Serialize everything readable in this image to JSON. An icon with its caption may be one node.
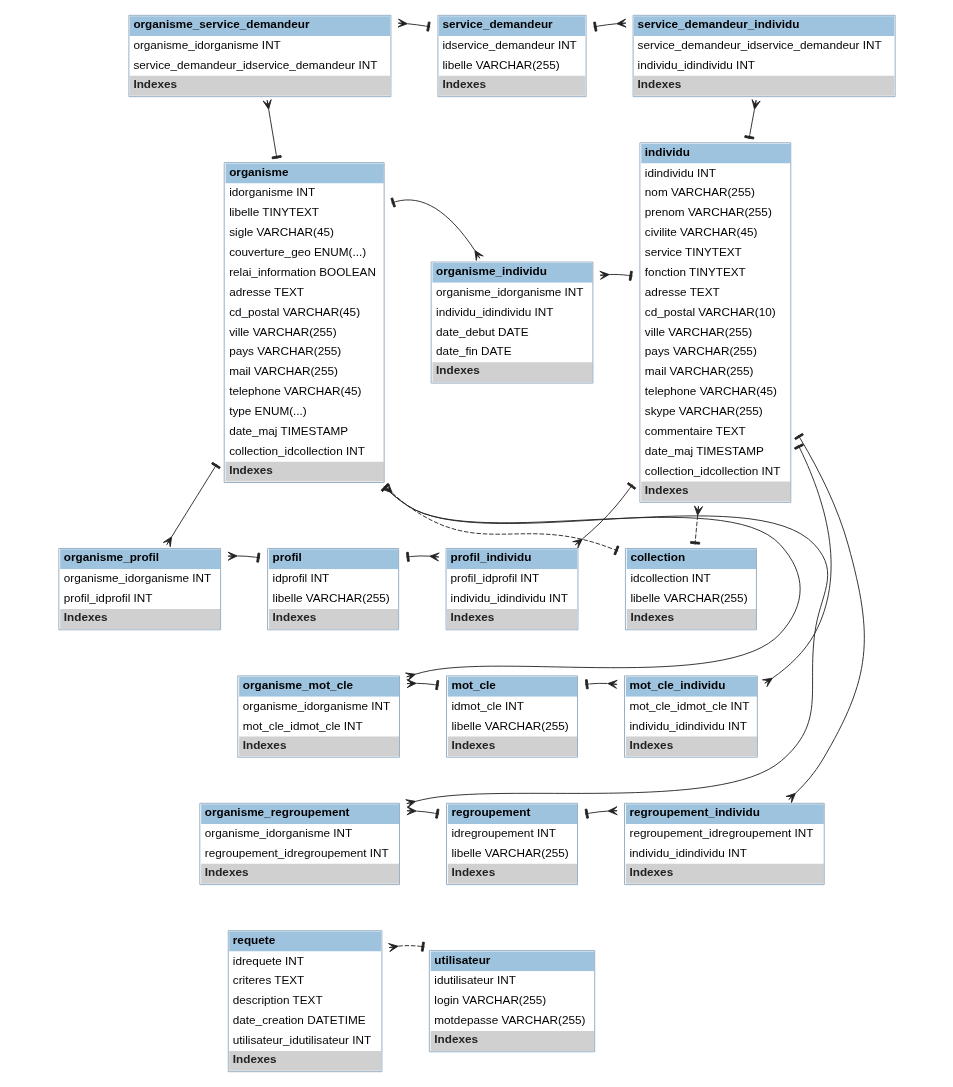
{
  "diagram": {
    "nodes": [
      {
        "text": [
          "organisme_service_demandeur",
          "organisme_idorganisme INT",
          "service_demandeur_idservice_demandeur INT",
          "Indexes"
        ]
      },
      {
        "text": [
          "service_demandeur",
          "idservice_demandeur INT",
          "libelle VARCHAR(255)",
          "Indexes"
        ]
      },
      {
        "text": [
          "service_demandeur_individu",
          "service_demandeur_idservice_demandeur INT",
          "individu_idindividu INT",
          "Indexes"
        ]
      },
      {
        "text": [
          "organisme_individu",
          "organisme_idorganisme INT",
          "individu_idindividu INT",
          "date_debut DATE",
          "date_fin DATE",
          "Indexes"
        ]
      },
      {
        "text": [
          "individu",
          "idindividu INT",
          "nom VARCHAR(255)",
          "prenom VARCHAR(255)",
          "civilite VARCHAR(45)",
          "service TINYTEXT",
          "fonction TINYTEXT",
          "adresse TEXT",
          "cd_postal VARCHAR(10)",
          "ville VARCHAR(255)",
          "pays VARCHAR(255)",
          "mail VARCHAR(255)",
          "telephone VARCHAR(45)",
          "skype VARCHAR(255)",
          "commentaire TEXT",
          "date_maj TIMESTAMP",
          "collection_idcollection INT",
          "Indexes"
        ]
      },
      {
        "text": [
          "organisme",
          "idorganisme INT",
          "libelle TINYTEXT",
          "sigle VARCHAR(45)",
          "couverture_geo ENUM(...)",
          "relai_information BOOLEAN",
          "adresse TEXT",
          "cd_postal VARCHAR(45)",
          "ville VARCHAR(255)",
          "pays VARCHAR(255)",
          "mail VARCHAR(255)",
          "telephone VARCHAR(45)",
          "type ENUM(...)",
          "date_maj TIMESTAMP",
          "collection_idcollection INT",
          "Indexes"
        ]
      },
      {
        "text": [
          "profil_individu",
          "profil_idprofil INT",
          "individu_idindividu INT",
          "Indexes"
        ]
      },
      {
        "text": [
          "organisme_profil",
          "organisme_idorganisme INT",
          "profil_idprofil INT",
          "Indexes"
        ]
      },
      {
        "text": [
          "profil",
          "idprofil INT",
          "libelle VARCHAR(255)",
          "Indexes"
        ]
      },
      {
        "text": [
          "collection",
          "idcollection INT",
          "libelle VARCHAR(255)",
          "Indexes"
        ]
      },
      {
        "text": [
          "organisme_mot_cle",
          "organisme_idorganisme INT",
          "mot_cle_idmot_cle INT",
          "Indexes"
        ]
      },
      {
        "text": [
          "mot_cle",
          "idmot_cle INT",
          "libelle VARCHAR(255)",
          "Indexes"
        ]
      },
      {
        "text": [
          "mot_cle_individu",
          "mot_cle_idmot_cle INT",
          "individu_idindividu INT",
          "Indexes"
        ]
      },
      {
        "text": [
          "regroupement_individu",
          "regroupement_idregroupement INT",
          "individu_idindividu INT",
          "Indexes"
        ]
      },
      {
        "text": [
          "organisme_regroupement",
          "organisme_idorganisme INT",
          "regroupement_idregroupement INT",
          "Indexes"
        ]
      },
      {
        "text": [
          "regroupement",
          "idregroupement INT",
          "libelle VARCHAR(255)",
          "Indexes"
        ]
      },
      {
        "text": [
          "utilisateur",
          "idutilisateur INT",
          "login VARCHAR(255)",
          "motdepasse VARCHAR(255)",
          "Indexes"
        ]
      },
      {
        "text": [
          "requete",
          "idrequete INT",
          "criteres TEXT",
          "description TEXT",
          "date_creation DATETIME",
          "utilisateur_idutilisateur INT",
          "Indexes"
        ]
      }
    ],
    "edges": [
      {
        "from": 0,
        "to": 1,
        "arrow": "other"
      },
      {
        "from": 2,
        "to": 1,
        "arrow": "other"
      },
      {
        "from": 0,
        "to": 5,
        "arrow": "other"
      },
      {
        "from": 2,
        "to": 4,
        "arrow": "other"
      },
      {
        "from": 3,
        "to": 5,
        "arrow": "other"
      },
      {
        "from": 3,
        "to": 4,
        "arrow": "other"
      },
      {
        "from": 7,
        "to": 5,
        "arrow": "other"
      },
      {
        "from": 7,
        "to": 8,
        "arrow": "other"
      },
      {
        "from": 6,
        "to": 8,
        "arrow": "other"
      },
      {
        "from": 6,
        "to": 4,
        "arrow": "other"
      },
      {
        "from": 5,
        "to": 9,
        "arrow": "other",
        "style": "dashed"
      },
      {
        "from": 4,
        "to": 9,
        "arrow": "other",
        "style": "dashed"
      },
      {
        "from": 10,
        "to": 5,
        "arrow": "other"
      },
      {
        "from": 10,
        "to": 11,
        "arrow": "other"
      },
      {
        "from": 12,
        "to": 11,
        "arrow": "other"
      },
      {
        "from": 12,
        "to": 4,
        "arrow": "other"
      },
      {
        "from": 14,
        "to": 5,
        "arrow": "other"
      },
      {
        "from": 14,
        "to": 15,
        "arrow": "other"
      },
      {
        "from": 13,
        "to": 15,
        "arrow": "other"
      },
      {
        "from": 13,
        "to": 4,
        "arrow": "other"
      },
      {
        "from": 17,
        "to": 16,
        "arrow": "other",
        "style": "dashed"
      }
    ]
  }
}
